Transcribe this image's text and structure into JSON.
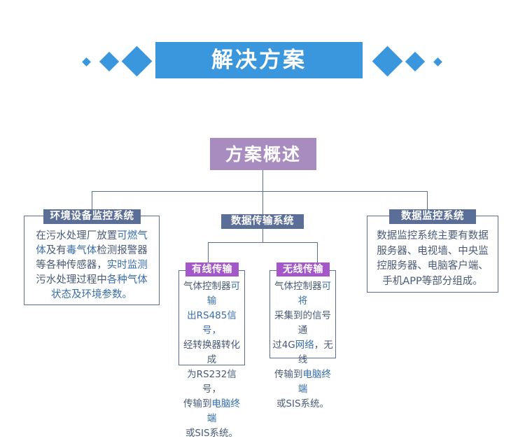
{
  "header": {
    "title": "解决方案",
    "banner_color": "#3a96dd",
    "diamonds_left": [
      "diamond-small",
      "diamond-medium",
      "diamond-large"
    ],
    "diamonds_right": [
      "diamond-large",
      "diamond-medium",
      "diamond-small"
    ]
  },
  "overview": {
    "label": "方案概述",
    "color": "#a88cc0"
  },
  "nodes": [
    {
      "id": "environment-monitoring",
      "title": "环境设备监控系统",
      "title_color": "#5b6e98",
      "lines": [
        "在污水处理厂放置可燃气",
        "体及有毒气体检测报警器",
        "等各种传感器，实时监测",
        "污水处理过程中各种气体",
        "状态及环境参数。"
      ],
      "text": "在污水处理厂放置可燃气体及有毒气体检测报警器等各种传感器，实时监测污水处理过程中各种气体状态及环境参数。"
    },
    {
      "id": "data-transmission",
      "title": "数据传输系统",
      "title_color": "#5b6e98",
      "lines": [],
      "text": ""
    },
    {
      "id": "data-monitoring",
      "title": "数据监控系统",
      "title_color": "#5b6e98",
      "lines": [
        "数据监控系统主要有数据",
        "服务器、电视墙、中央监",
        "控服务器、电脑客户端、",
        "手机APP等部分组成。"
      ],
      "text": "数据监控系统主要有数据服务器、电视墙、中央监控服务器、电脑客户端、手机APP等部分组成。"
    }
  ],
  "subnodes": [
    {
      "id": "wired-transmission",
      "title": "有线传输",
      "title_color": "#a457c9",
      "lines": [
        "气体控制器可输",
        "出RS485信号，",
        "经转换器转化成",
        "为RS232信号，",
        "传输到电脑终端",
        "或SIS系统。"
      ],
      "text": "气体控制器可输出RS485信号，经转换器转化成为RS232信号，传输到电脑终端或SIS系统。"
    },
    {
      "id": "wireless-transmission",
      "title": "无线传输",
      "title_color": "#a457c9",
      "lines": [
        "气体控制器可将",
        "采集到的信号通",
        "过4G网络，无线",
        "传输到电脑终端",
        "或SIS系统。"
      ],
      "text": "气体控制器可将采集到的信号通过4G网络，无线传输到电脑终端或SIS系统。"
    }
  ],
  "colors": {
    "accent_blue": "#3a96dd",
    "node_blue": "#5b6e98",
    "purple_light": "#a88cc0",
    "purple_badge": "#a457c9",
    "body_text": "#4a5a78",
    "line": "#5b6e98"
  }
}
